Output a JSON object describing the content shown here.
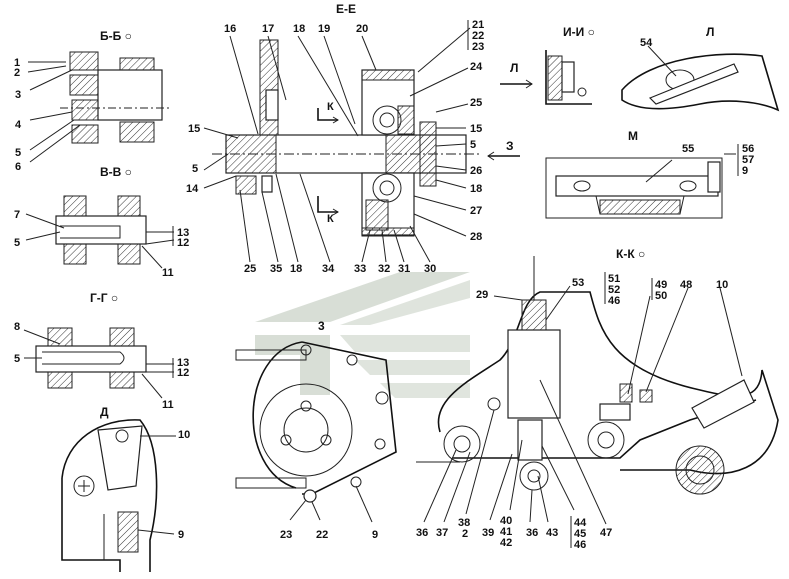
{
  "diagram": {
    "sections": [
      {
        "id": "bb",
        "title": "Б-Б ○"
      },
      {
        "id": "ee",
        "title": "Е-Е"
      },
      {
        "id": "ii",
        "title": "И-И ○"
      },
      {
        "id": "l",
        "title": "Л"
      },
      {
        "id": "vv",
        "title": "В-В ○"
      },
      {
        "id": "m",
        "title": "М"
      },
      {
        "id": "kk",
        "title": "К-К ○"
      },
      {
        "id": "gg",
        "title": "Г-Г ○"
      },
      {
        "id": "d",
        "title": "Д"
      },
      {
        "id": "three",
        "title": "3"
      }
    ],
    "view_arrows": [
      {
        "id": "arrow-l",
        "label": "Л"
      },
      {
        "id": "arrow-z",
        "label": "З"
      },
      {
        "id": "arrow-k-top",
        "label": "К"
      },
      {
        "id": "arrow-k-bottom",
        "label": "К"
      }
    ],
    "callouts": {
      "bb": [
        "1",
        "2",
        "3",
        "4",
        "5",
        "6"
      ],
      "vv": [
        "7",
        "5",
        "13",
        "12",
        "11"
      ],
      "gg": [
        "8",
        "5",
        "13",
        "12",
        "11"
      ],
      "d": [
        "10",
        "9"
      ],
      "ee_top": [
        "16",
        "17",
        "18",
        "19",
        "20",
        "21",
        "22",
        "23",
        "24"
      ],
      "ee_left": [
        "15",
        "5",
        "14"
      ],
      "ee_right": [
        "25",
        "15",
        "5",
        "26",
        "18",
        "27",
        "28"
      ],
      "ee_bottom": [
        "25",
        "35",
        "18",
        "34",
        "33",
        "32",
        "31",
        "30"
      ],
      "ll": [
        "54"
      ],
      "m": [
        "55",
        "56",
        "57",
        "9"
      ],
      "three": [
        "23",
        "22",
        "9"
      ],
      "kk_top": [
        "29",
        "53",
        "51",
        "52",
        "46",
        "49",
        "50",
        "48",
        "10"
      ],
      "kk_bottom": [
        "36",
        "37",
        "38",
        "2",
        "39",
        "40",
        "41",
        "42",
        "36",
        "43",
        "44",
        "45",
        "46",
        "47"
      ]
    }
  }
}
